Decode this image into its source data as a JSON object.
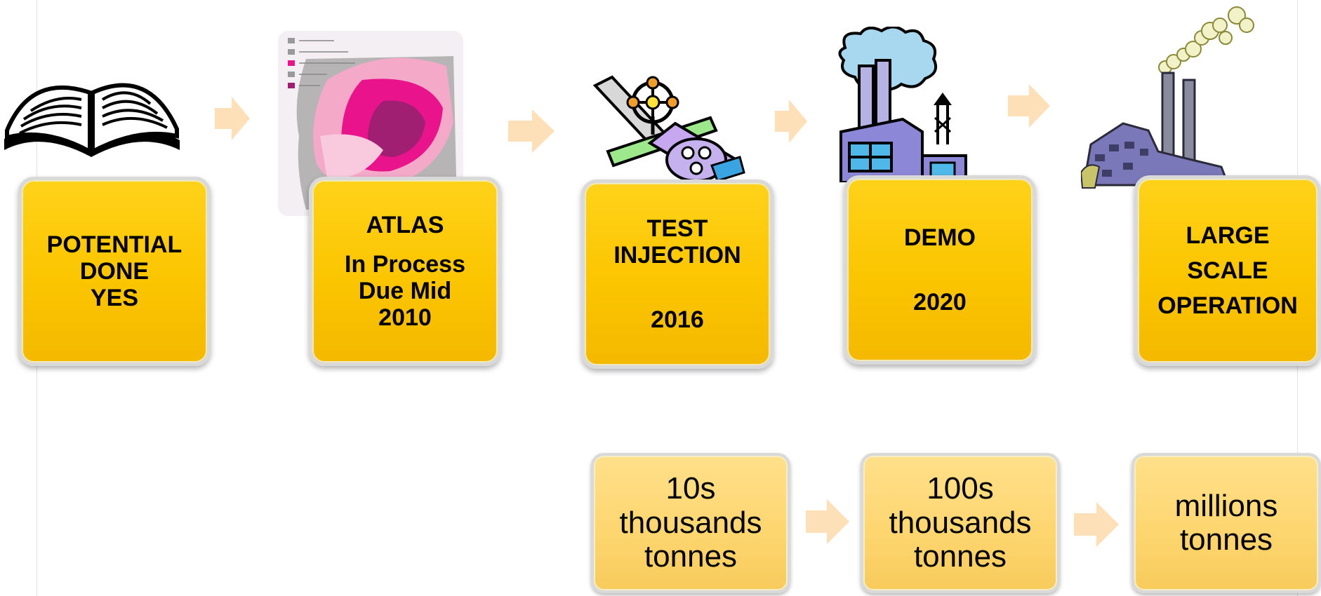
{
  "stages": [
    {
      "lines": [
        "POTENTIAL",
        "DONE",
        "YES"
      ]
    },
    {
      "lines": [
        "ATLAS",
        "In Process",
        "Due Mid",
        "2010"
      ]
    },
    {
      "lines": [
        "TEST",
        "INJECTION",
        "",
        "2016"
      ]
    },
    {
      "lines": [
        "DEMO",
        "",
        "2020"
      ]
    },
    {
      "lines": [
        "LARGE",
        "SCALE",
        "OPERATION"
      ]
    }
  ],
  "quantities": [
    {
      "lines": [
        "10s",
        "thousands",
        "tonnes"
      ]
    },
    {
      "lines": [
        "100s",
        "thousands",
        "tonnes"
      ]
    },
    {
      "lines": [
        "millions",
        "tonnes"
      ]
    }
  ],
  "colors": {
    "stage_fill": "#fbc500",
    "quantity_fill": "#fdd56e",
    "arrow_fill": "#fde0b8",
    "map_pink": "#e9138c"
  },
  "icons": [
    "open-book-icon",
    "geological-map-icon",
    "pipe-valve-icon",
    "factory-icon",
    "power-plant-icon"
  ]
}
